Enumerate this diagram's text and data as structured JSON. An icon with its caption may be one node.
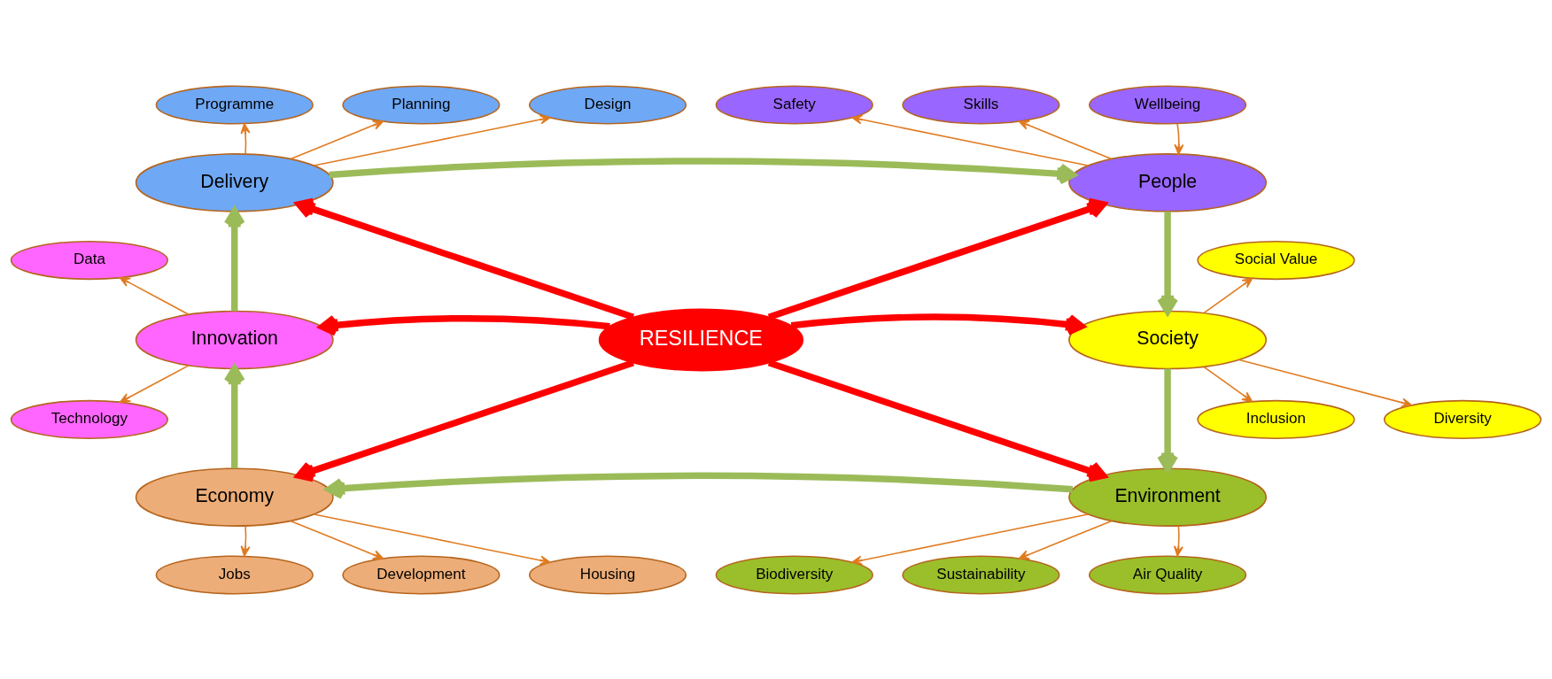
{
  "diagram": {
    "nodes": [
      {
        "text": [
          "RESILIENCE"
        ]
      },
      {
        "text": [
          "Delivery"
        ]
      },
      {
        "text": [
          "People"
        ]
      },
      {
        "text": [
          "Society"
        ]
      },
      {
        "text": [
          "Environment"
        ]
      },
      {
        "text": [
          "Economy"
        ]
      },
      {
        "text": [
          "Innovation"
        ]
      },
      {
        "text": [
          "Programme"
        ]
      },
      {
        "text": [
          "Planning"
        ]
      },
      {
        "text": [
          "Design"
        ]
      },
      {
        "text": [
          "Skills"
        ]
      },
      {
        "text": [
          "Wellbeing"
        ]
      },
      {
        "text": [
          "Safety"
        ]
      },
      {
        "text": [
          "Inclusion"
        ]
      },
      {
        "text": [
          "Social Value"
        ]
      },
      {
        "text": [
          "Diversity"
        ]
      },
      {
        "text": [
          "Biodiversity"
        ]
      },
      {
        "text": [
          "Sustainability"
        ]
      },
      {
        "text": [
          "Air Quality"
        ]
      },
      {
        "text": [
          "Housing"
        ]
      },
      {
        "text": [
          "Jobs"
        ]
      },
      {
        "text": [
          "Development"
        ]
      },
      {
        "text": [
          "Data"
        ]
      },
      {
        "text": [
          "Technology"
        ]
      }
    ],
    "edges": [
      {
        "from": 0,
        "to": 1,
        "arrow": "to",
        "style": "thick",
        "color": "#ff0000"
      },
      {
        "from": 0,
        "to": 2,
        "arrow": "to",
        "style": "thick",
        "color": "#ff0000"
      },
      {
        "from": 0,
        "to": 3,
        "arrow": "to",
        "style": "thick",
        "color": "#ff0000"
      },
      {
        "from": 0,
        "to": 4,
        "arrow": "to",
        "style": "thick",
        "color": "#ff0000"
      },
      {
        "from": 0,
        "to": 5,
        "arrow": "to",
        "style": "thick",
        "color": "#ff0000"
      },
      {
        "from": 0,
        "to": 6,
        "arrow": "to",
        "style": "thick",
        "color": "#ff0000"
      },
      {
        "from": 1,
        "to": 2,
        "arrow": "to",
        "style": "thick",
        "color": "#9bbb59"
      },
      {
        "from": 2,
        "to": 3,
        "arrow": "to",
        "style": "thick",
        "color": "#9bbb59"
      },
      {
        "from": 3,
        "to": 4,
        "arrow": "to",
        "style": "thick",
        "color": "#9bbb59"
      },
      {
        "from": 4,
        "to": 5,
        "arrow": "to",
        "style": "thick",
        "color": "#9bbb59"
      },
      {
        "from": 5,
        "to": 6,
        "arrow": "to",
        "style": "thick",
        "color": "#9bbb59"
      },
      {
        "from": 6,
        "to": 1,
        "arrow": "to",
        "style": "thick",
        "color": "#9bbb59"
      },
      {
        "from": 1,
        "to": 7,
        "arrow": "to"
      },
      {
        "from": 1,
        "to": 8,
        "arrow": "to"
      },
      {
        "from": 1,
        "to": 9,
        "arrow": "to"
      },
      {
        "from": 2,
        "to": 10,
        "arrow": "to"
      },
      {
        "from": 11,
        "to": 2,
        "arrow": "to"
      },
      {
        "from": 2,
        "to": 12,
        "arrow": "to"
      },
      {
        "from": 3,
        "to": 13,
        "arrow": "to"
      },
      {
        "from": 3,
        "to": 14,
        "arrow": "to"
      },
      {
        "from": 3,
        "to": 15,
        "arrow": "to"
      },
      {
        "from": 4,
        "to": 16,
        "arrow": "to"
      },
      {
        "from": 4,
        "to": 17,
        "arrow": "to"
      },
      {
        "from": 4,
        "to": 18,
        "arrow": "to"
      },
      {
        "from": 5,
        "to": 19,
        "arrow": "to"
      },
      {
        "from": 5,
        "to": 20,
        "arrow": "to"
      },
      {
        "from": 5,
        "to": 21,
        "arrow": "to"
      },
      {
        "from": 6,
        "to": 22,
        "arrow": "to"
      },
      {
        "from": 6,
        "to": 23,
        "arrow": "to"
      }
    ]
  }
}
